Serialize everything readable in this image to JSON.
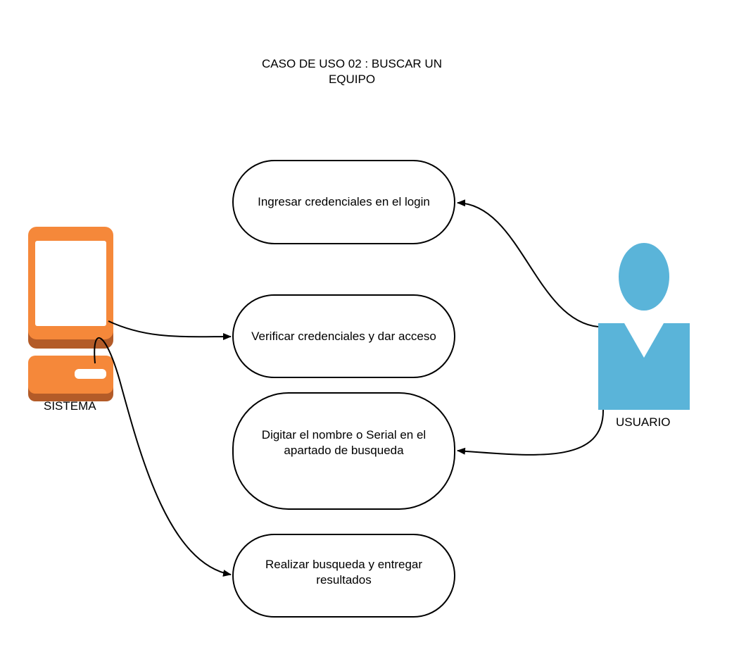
{
  "title": {
    "line1": "CASO DE USO 02 :  BUSCAR UN",
    "line2": "EQUIPO"
  },
  "actors": {
    "system": {
      "label": "SISTEMA",
      "icon": "computer-icon",
      "color": "#f5883a",
      "shadow_color": "#b35b28"
    },
    "user": {
      "label": "USUARIO",
      "icon": "person-icon",
      "color": "#5ab4d9"
    }
  },
  "use_cases": [
    {
      "id": "uc1",
      "text": "Ingresar credenciales en el login"
    },
    {
      "id": "uc2",
      "text": "Verificar credenciales y dar acceso"
    },
    {
      "id": "uc3",
      "text": "Digitar el nombre o Serial en el apartado de busqueda"
    },
    {
      "id": "uc4",
      "text": "Realizar busqueda y  entregar resultados"
    }
  ],
  "connections": [
    {
      "from": "user",
      "to": "uc1"
    },
    {
      "from": "system",
      "to": "uc2"
    },
    {
      "from": "user",
      "to": "uc3"
    },
    {
      "from": "system",
      "to": "uc4"
    }
  ]
}
